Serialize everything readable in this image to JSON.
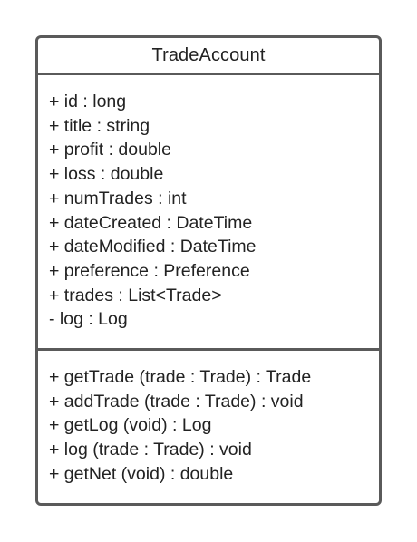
{
  "class": {
    "name": "TradeAccount",
    "attributes": [
      "+ id : long",
      "+ title : string",
      "+ profit : double",
      "+ loss : double",
      "+ numTrades : int",
      "+ dateCreated : DateTime",
      "+ dateModified : DateTime",
      "+ preference : Preference",
      "+ trades : List<Trade>",
      "- log : Log"
    ],
    "methods": [
      "+ getTrade (trade : Trade) : Trade",
      "+ addTrade (trade : Trade) : void",
      "+ getLog (void) : Log",
      "+ log (trade : Trade) : void",
      "+ getNet (void) : double"
    ]
  },
  "colors": {
    "border": "#5a5a5a",
    "text": "#222222",
    "background": "#ffffff"
  }
}
